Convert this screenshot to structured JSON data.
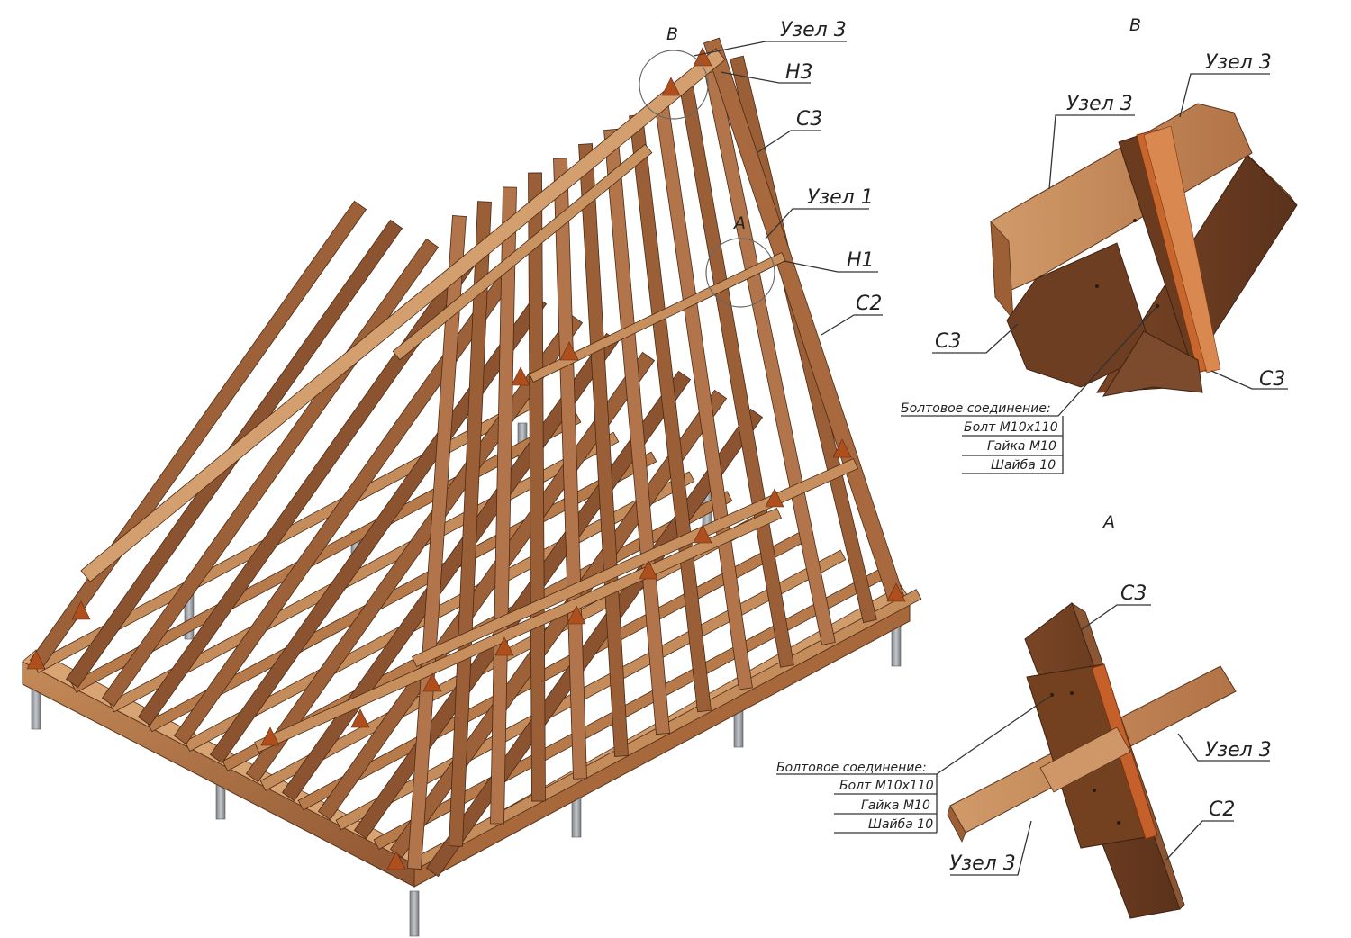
{
  "colors": {
    "wood_light": "#c98f5e",
    "wood_mid": "#a8693e",
    "wood_dark": "#6e3f22",
    "plate_orange": "#c2531f",
    "steel": "#9a9ea3",
    "leader": "#333333"
  },
  "main_view": {
    "callout_B": "B",
    "callout_A": "A",
    "node3": "Узел 3",
    "n3": "Н3",
    "c3": "С3",
    "node1": "Узел 1",
    "n1": "Н1",
    "c2": "С2"
  },
  "detail_B": {
    "title": "B",
    "node3_right": "Узел 3",
    "node3_left": "Узел 3",
    "c3_left": "С3",
    "c3_right": "С3",
    "bolt_heading": "Болтовое соединение:",
    "bolt": "Болт М10х110",
    "nut": "Гайка М10",
    "washer": "Шайба 10"
  },
  "detail_A": {
    "title": "A",
    "c3": "С3",
    "node3_right": "Узел 3",
    "c2": "С2",
    "node3_left": "Узел 3",
    "bolt_heading": "Болтовое соединение:",
    "bolt": "Болт М10х110",
    "nut": "Гайка М10",
    "washer": "Шайба 10"
  }
}
